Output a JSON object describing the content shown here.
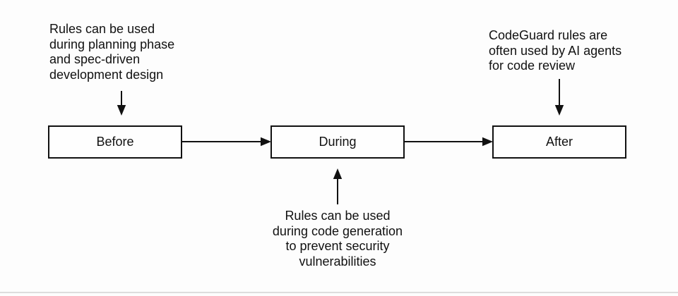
{
  "theme": {
    "background_color": "#fdfdfd",
    "line_color": "#111111"
  },
  "flow": {
    "boxes": [
      {
        "id": "before",
        "label": "Before"
      },
      {
        "id": "during",
        "label": "During"
      },
      {
        "id": "after",
        "label": "After"
      }
    ],
    "connections": [
      {
        "from": "Before",
        "to": "During"
      },
      {
        "from": "During",
        "to": "After"
      }
    ],
    "annotations": {
      "before": {
        "text": "Rules can be used\nduring planning phase\nand spec-driven\ndevelopment design",
        "points_to": "Before"
      },
      "during": {
        "text": "Rules can be used\nduring code generation\nto prevent security\nvulnerabilities",
        "points_to": "During"
      },
      "after": {
        "text": "CodeGuard rules are\noften used by AI agents\nfor code review",
        "points_to": "After"
      }
    }
  }
}
